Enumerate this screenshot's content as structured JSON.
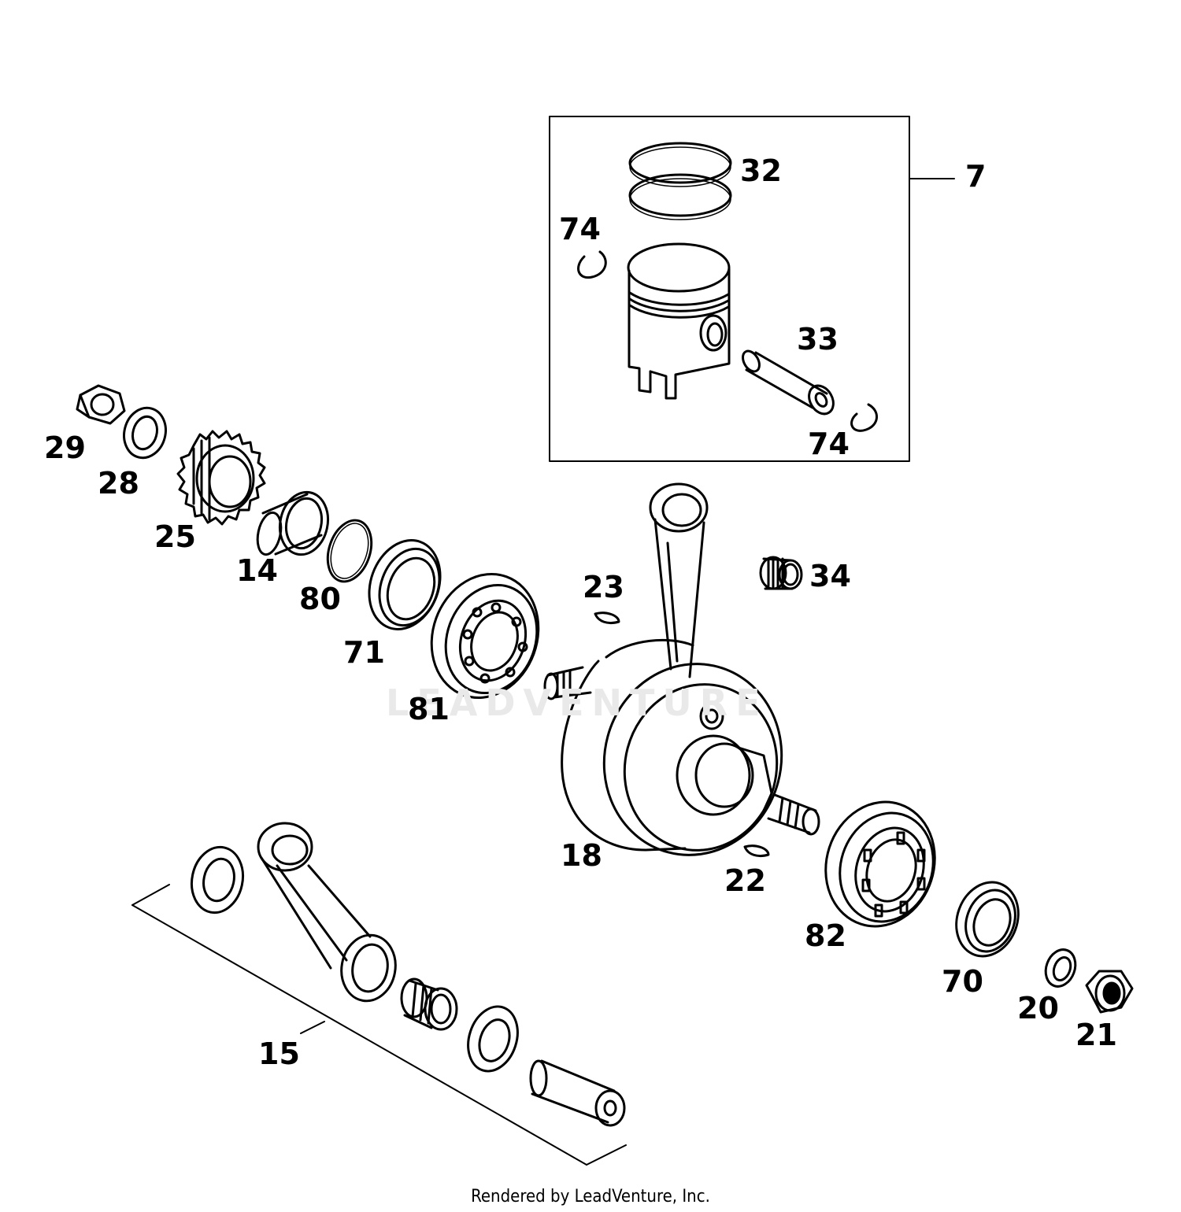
{
  "diagram": {
    "callouts": [
      {
        "id": "c32",
        "text": "32"
      },
      {
        "id": "c7",
        "text": "7"
      },
      {
        "id": "c74a",
        "text": "74"
      },
      {
        "id": "c33",
        "text": "33"
      },
      {
        "id": "c74b",
        "text": "74"
      },
      {
        "id": "c29",
        "text": "29"
      },
      {
        "id": "c28",
        "text": "28"
      },
      {
        "id": "c25",
        "text": "25"
      },
      {
        "id": "c14",
        "text": "14"
      },
      {
        "id": "c80",
        "text": "80"
      },
      {
        "id": "c71",
        "text": "71"
      },
      {
        "id": "c81",
        "text": "81"
      },
      {
        "id": "c23",
        "text": "23"
      },
      {
        "id": "c34",
        "text": "34"
      },
      {
        "id": "c18",
        "text": "18"
      },
      {
        "id": "c22",
        "text": "22"
      },
      {
        "id": "c82",
        "text": "82"
      },
      {
        "id": "c70",
        "text": "70"
      },
      {
        "id": "c20",
        "text": "20"
      },
      {
        "id": "c21",
        "text": "21"
      },
      {
        "id": "c15",
        "text": "15"
      }
    ],
    "watermark": "LEADVENTURE",
    "footer": "Rendered by LeadVenture, Inc."
  }
}
